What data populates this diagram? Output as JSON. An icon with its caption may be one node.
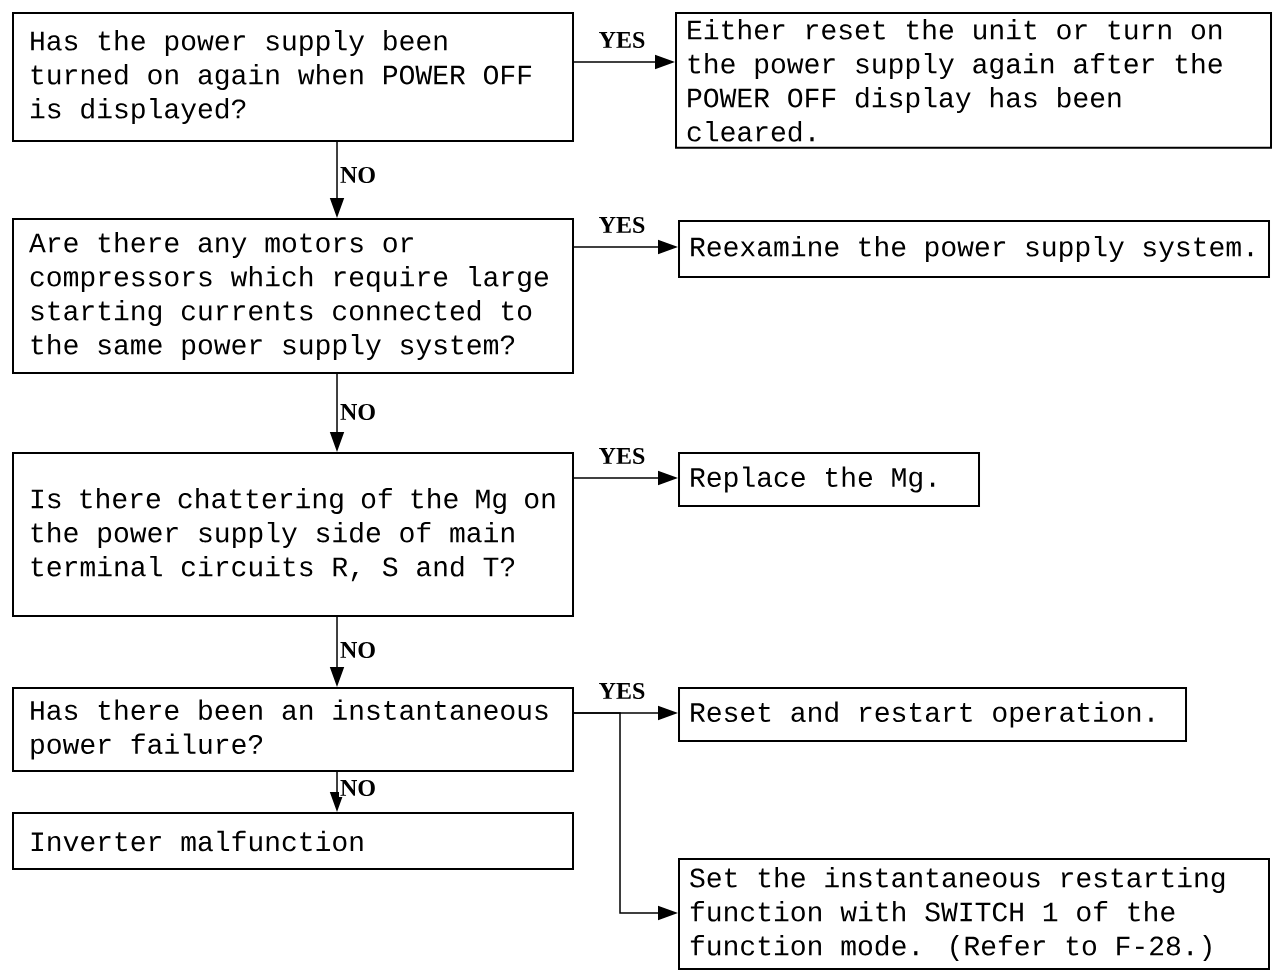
{
  "diagram": {
    "nodes": [
      {
        "text": [
          "Has the power supply been turned on again when POWER OFF is displayed?"
        ]
      },
      {
        "text": [
          "Either reset the unit or turn on the power supply again after the POWER OFF display has been cleared."
        ]
      },
      {
        "text": [
          "Are there any motors or compressors which require large starting currents connected to the same power supply system?"
        ]
      },
      {
        "text": [
          "Reexamine the power supply system."
        ]
      },
      {
        "text": [
          "Is there chattering of the Mg on the power supply side of main terminal circuits R, S and T?"
        ]
      },
      {
        "text": [
          "Replace the Mg."
        ]
      },
      {
        "text": [
          "Has there been an instantaneous power failure?"
        ]
      },
      {
        "text": [
          "Reset and restart operation."
        ]
      },
      {
        "text": [
          "Inverter malfunction"
        ]
      },
      {
        "text": [
          "Set the instantaneous restarting function with SWITCH 1 of the function mode. (Refer to F-28.)"
        ]
      }
    ],
    "edges": [
      {
        "from": 0,
        "to": 1,
        "arrow": "to",
        "label": "YES"
      },
      {
        "from": 0,
        "to": 2,
        "arrow": "to",
        "label": "NO"
      },
      {
        "from": 2,
        "to": 3,
        "arrow": "to",
        "label": "YES"
      },
      {
        "from": 2,
        "to": 4,
        "arrow": "to",
        "label": "NO"
      },
      {
        "from": 4,
        "to": 5,
        "arrow": "to",
        "label": "YES"
      },
      {
        "from": 4,
        "to": 6,
        "arrow": "to",
        "label": "NO"
      },
      {
        "from": 6,
        "to": 7,
        "arrow": "to",
        "label": "YES"
      },
      {
        "from": 6,
        "to": 8,
        "arrow": "to",
        "label": "NO"
      },
      {
        "from": 6,
        "to": 9,
        "arrow": "to"
      }
    ]
  }
}
